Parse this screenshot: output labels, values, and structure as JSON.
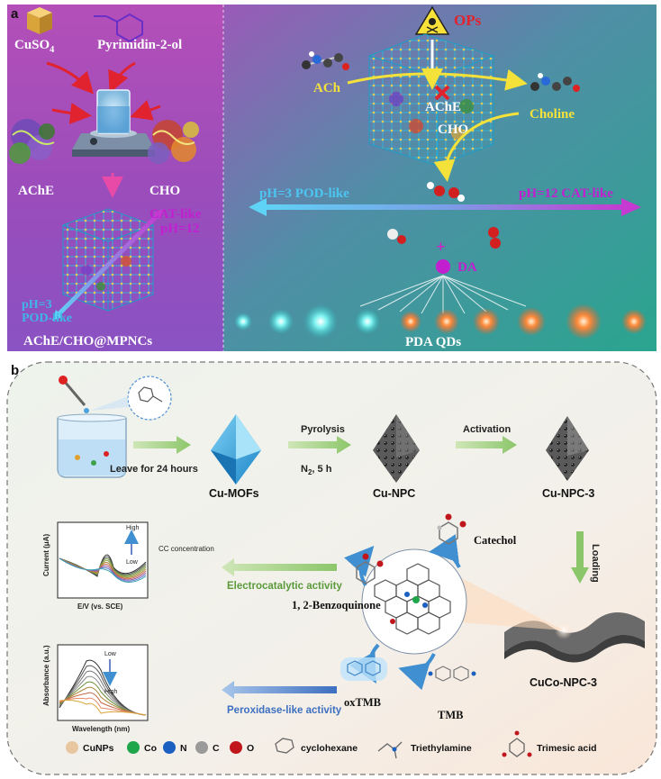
{
  "panel_a": {
    "label": "a",
    "left": {
      "reagent1": "CuSO",
      "reagent1_sub": "4",
      "reagent2": "Pyrimidin-2-ol",
      "enzyme1": "AChE",
      "enzyme2": "CHO",
      "cat_label_line1": "CAT-like",
      "cat_label_line2": "pH=12",
      "pod_label_line1": "pH=3",
      "pod_label_line2": "POD-like",
      "product": "AChE/CHO@MPNCs"
    },
    "right": {
      "ops": "OPs",
      "ach": "ACh",
      "ache": "AChE",
      "choline": "Choline",
      "cho": "CHO",
      "pod_axis": "pH=3 POD-like",
      "cat_axis": "pH=12 CAT-like",
      "plus": "+",
      "da": "DA",
      "pda": "PDA QDs"
    }
  },
  "panel_b": {
    "label": "b",
    "leave": "Leave for 24 hours",
    "pyrolysis": "Pyrolysis",
    "n2": "N",
    "n2_sub": "2",
    "n2_time": ",  5 h",
    "activation": "Activation",
    "cu_mofs": "Cu-MOFs",
    "cu_npc": "Cu-NPC",
    "cu_npc3": "Cu-NPC-3",
    "loading": "Loading",
    "cuco": "CuCo-NPC-3",
    "catechol": "Catechol",
    "benzoquinone": "1, 2-Benzoquinone",
    "oxtmb": "oxTMB",
    "tmb": "TMB",
    "electro": "Electrocatalytic activity",
    "peroxidase": "Peroxidase-like activity",
    "cv_plot": {
      "ylabel": "Current (μA)",
      "xlabel": "E/V (vs. SCE)",
      "high": "High",
      "low": "Low",
      "note": "CC concentration"
    },
    "abs_plot": {
      "ylabel": "Absorbance (a.u.)",
      "xlabel": "Wavelength (nm)",
      "low": "Low",
      "high": "High"
    },
    "legend": [
      {
        "label": "CuNPs",
        "color": "#e8c7a0"
      },
      {
        "label": "Co",
        "color": "#1fa64a"
      },
      {
        "label": "N",
        "color": "#1b5fc0"
      },
      {
        "label": "C",
        "color": "#9a9a9a"
      },
      {
        "label": "O",
        "color": "#c0161c"
      },
      {
        "label": "cyclohexane",
        "icon": "cyclohexane-icon"
      },
      {
        "label": "Triethylamine",
        "icon": "triethylamine-icon"
      },
      {
        "label": "Trimesic acid",
        "icon": "trimesic-acid-icon"
      }
    ]
  }
}
